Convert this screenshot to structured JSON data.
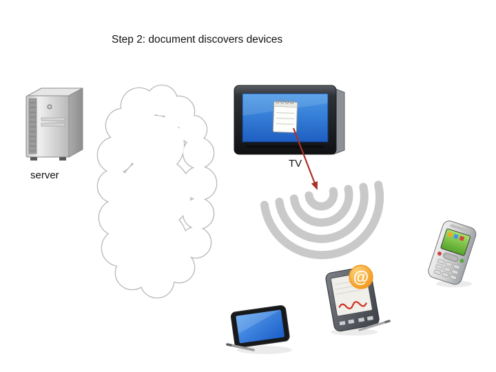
{
  "slide": {
    "title": "Step 2: document discovers devices",
    "background": "#ffffff"
  },
  "labels": {
    "server": "server",
    "tv": "TV"
  },
  "symbols": {
    "at_sign": "@"
  },
  "colors": {
    "arrow": "#a93226",
    "wifi_arc": "#c9c9c9",
    "cloud_outline": "#b9b9b9",
    "tv_screen": "#2e6fd4",
    "tablet_screen": "#2f6fd8",
    "phone_screen": "#7cc348",
    "pda_badge": "#f59b23"
  }
}
